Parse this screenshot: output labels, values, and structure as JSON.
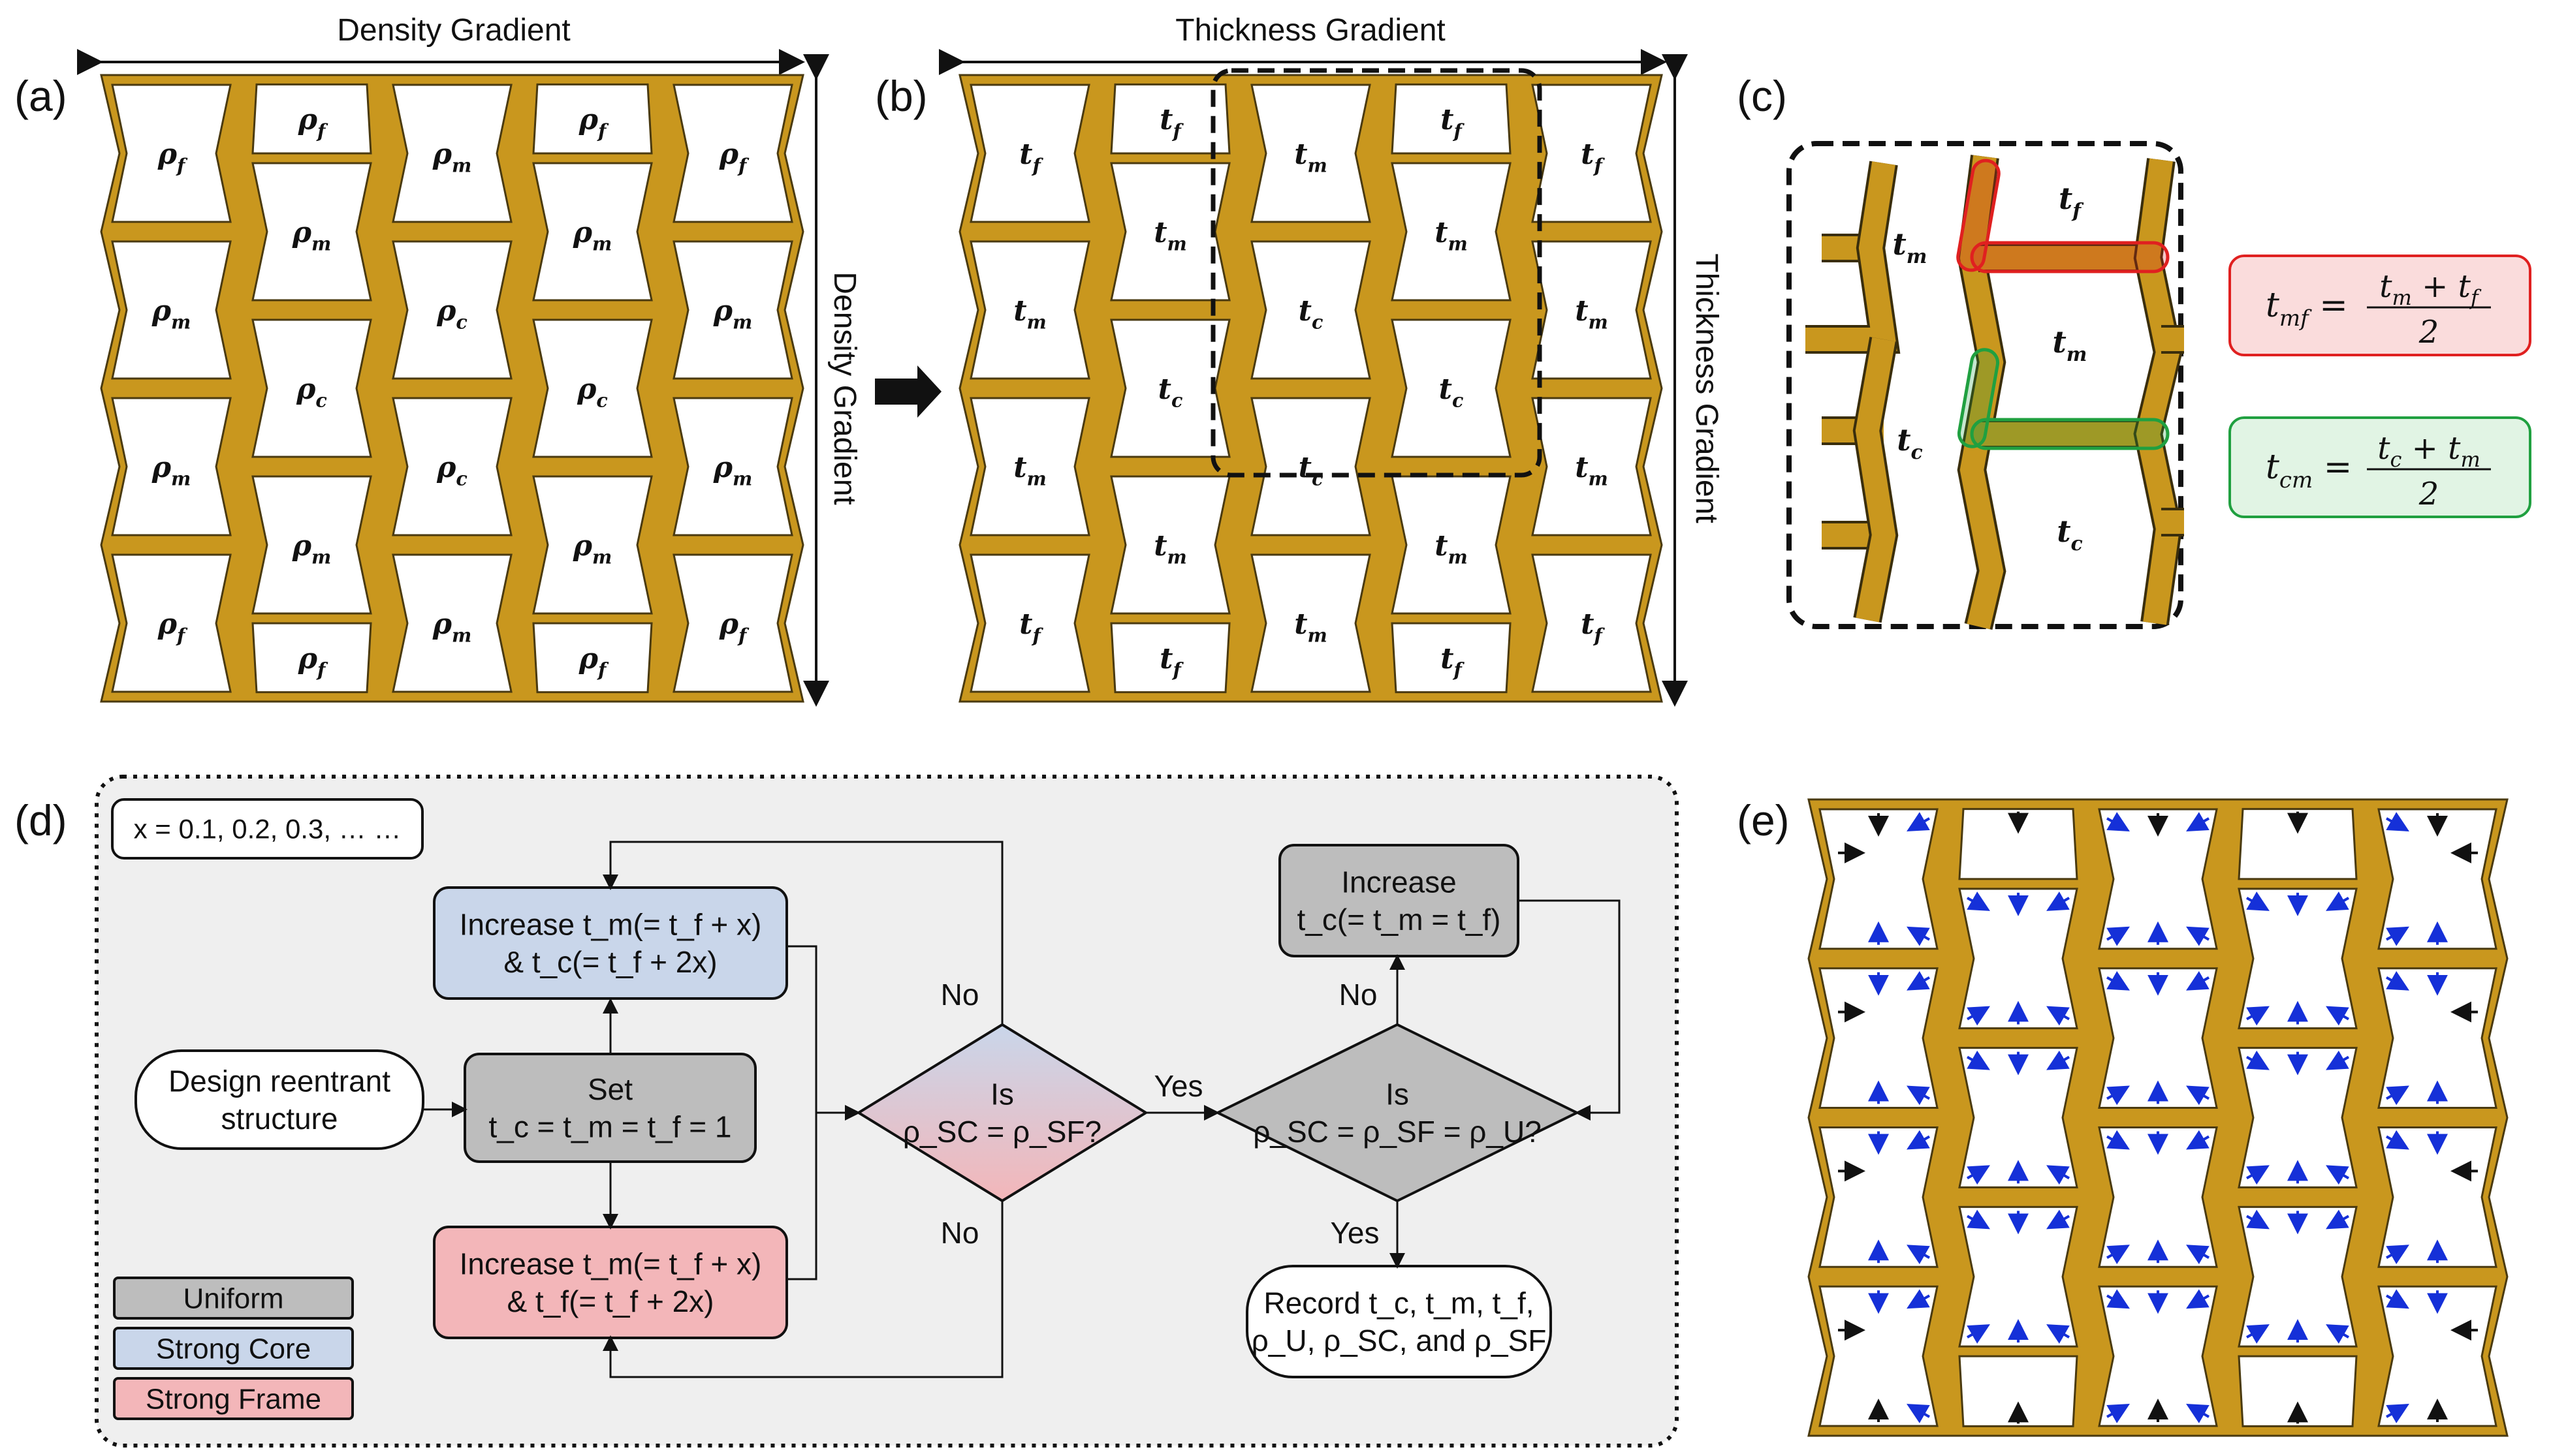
{
  "colors": {
    "strut": "#C9971E",
    "strut_stroke": "#4a3a10",
    "uniform": "#BDBDBD",
    "strong_core": "#C9D6EA",
    "strong_frame": "#F3B6B9",
    "red": "#E02020",
    "green": "#20A040",
    "blue_arrow": "#1530D8",
    "panel_bg": "#EFEFEF"
  },
  "panels": {
    "a": {
      "label": "(a)",
      "top_caption": "Density Gradient",
      "side_caption": "Density Gradient",
      "tall_cols": [
        "ρf",
        "ρm",
        "ρm",
        "ρf"
      ],
      "short_cols": [
        "ρf",
        "ρm",
        "ρc",
        "ρm",
        "ρf"
      ],
      "full_rows": [
        [
          "ρf",
          "ρm",
          "ρm",
          "ρf"
        ],
        [
          "ρm",
          "ρc",
          "ρc",
          "ρm"
        ],
        [
          "ρm",
          "ρc",
          "ρc",
          "ρm"
        ],
        [
          "ρf",
          "ρm",
          "ρm",
          "ρf"
        ]
      ]
    },
    "b": {
      "label": "(b)",
      "top_caption": "Thickness Gradient",
      "side_caption": "Thickness Gradient"
    },
    "c": {
      "label": "(c)",
      "eq_mf": {
        "lhs": "t",
        "lhs_sub": "mf",
        "num": "t_m + t_f",
        "den": "2"
      },
      "eq_cm": {
        "lhs": "t",
        "lhs_sub": "cm",
        "num": "t_c + t_m",
        "den": "2"
      }
    },
    "d": {
      "label": "(d)",
      "x_values": "x = 0.1, 0.2, 0.3, … …",
      "design": [
        "Design reentrant",
        "structure"
      ],
      "set": [
        "Set",
        "t_c = t_m = t_f = 1"
      ],
      "inc_core": [
        "Increase t_m(= t_f + x)",
        "& t_c(= t_f + 2x)"
      ],
      "inc_frame": [
        "Increase t_m(= t_f + x)",
        "& t_f(= t_f + 2x)"
      ],
      "is1": [
        "Is",
        "ρ_SC = ρ_SF?"
      ],
      "is2": [
        "Is",
        "ρ_SC = ρ_SF = ρ_U?"
      ],
      "inc_c": [
        "Increase",
        "t_c(= t_m = t_f)"
      ],
      "record": [
        "Record t_c, t_m, t_f,",
        "ρ_U, ρ_SC, and ρ_SF"
      ],
      "yes": "Yes",
      "no": "No",
      "legend": [
        "Uniform",
        "Strong Core",
        "Strong Frame"
      ]
    },
    "e": {
      "label": "(e)"
    }
  }
}
